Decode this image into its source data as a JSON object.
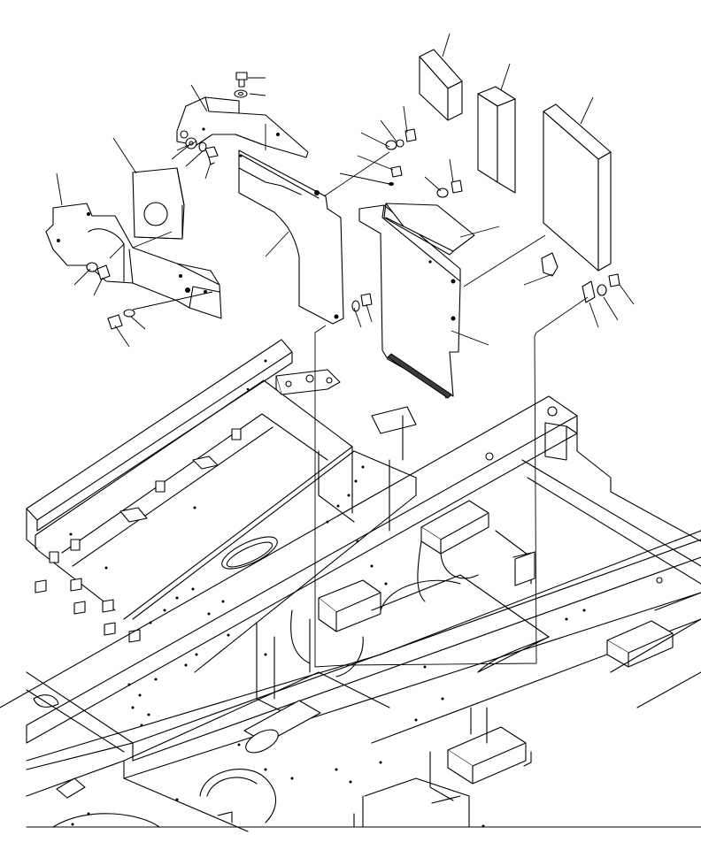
{
  "figure": {
    "kind": "exploded parts diagram",
    "printed_text": [],
    "line_color": "#000000",
    "background_color": "#ffffff"
  },
  "parts": [
    {
      "id": "left-bracket-plate",
      "icon": "bracket-plate-icon"
    },
    {
      "id": "square-spacer-pad",
      "icon": "pad-icon"
    },
    {
      "id": "upper-mounting-bracket",
      "icon": "bracket-icon"
    },
    {
      "id": "center-cover-panel",
      "icon": "cover-panel-icon"
    },
    {
      "id": "right-cover-panel",
      "icon": "cover-panel-icon"
    },
    {
      "id": "small-top-block",
      "icon": "block-icon"
    },
    {
      "id": "tall-narrow-block",
      "icon": "block-icon"
    },
    {
      "id": "large-rubber-pad",
      "icon": "pad-icon"
    },
    {
      "id": "wedge-bar",
      "icon": "wedge-icon"
    },
    {
      "id": "clip-bracket",
      "icon": "clip-icon"
    },
    {
      "id": "revolving-frame",
      "icon": "frame-icon"
    }
  ],
  "fasteners": [
    {
      "id": "bolt-top-1",
      "icon": "bolt-icon"
    },
    {
      "id": "washer-top-1",
      "icon": "washer-icon"
    },
    {
      "id": "bolt-upper-bracket",
      "icon": "bolt-icon"
    },
    {
      "id": "washer-upper-bracket",
      "icon": "washer-icon"
    },
    {
      "id": "bolt-left-plate-1",
      "icon": "bolt-icon"
    },
    {
      "id": "washer-left-plate-1",
      "icon": "washer-icon"
    },
    {
      "id": "bolt-left-plate-2",
      "icon": "bolt-icon"
    },
    {
      "id": "washer-left-plate-2",
      "icon": "washer-icon"
    },
    {
      "id": "bolt-center-1",
      "icon": "bolt-icon"
    },
    {
      "id": "washer-center-1",
      "icon": "washer-icon"
    },
    {
      "id": "bolt-center-2",
      "icon": "bolt-icon"
    },
    {
      "id": "washer-center-2",
      "icon": "washer-icon"
    },
    {
      "id": "bolt-wedge",
      "icon": "bolt-icon"
    },
    {
      "id": "washer-wedge",
      "icon": "washer-icon"
    },
    {
      "id": "bolt-right",
      "icon": "bolt-icon"
    },
    {
      "id": "washer-right",
      "icon": "washer-icon"
    }
  ],
  "callouts": {
    "count": 26,
    "labels_printed": false
  }
}
